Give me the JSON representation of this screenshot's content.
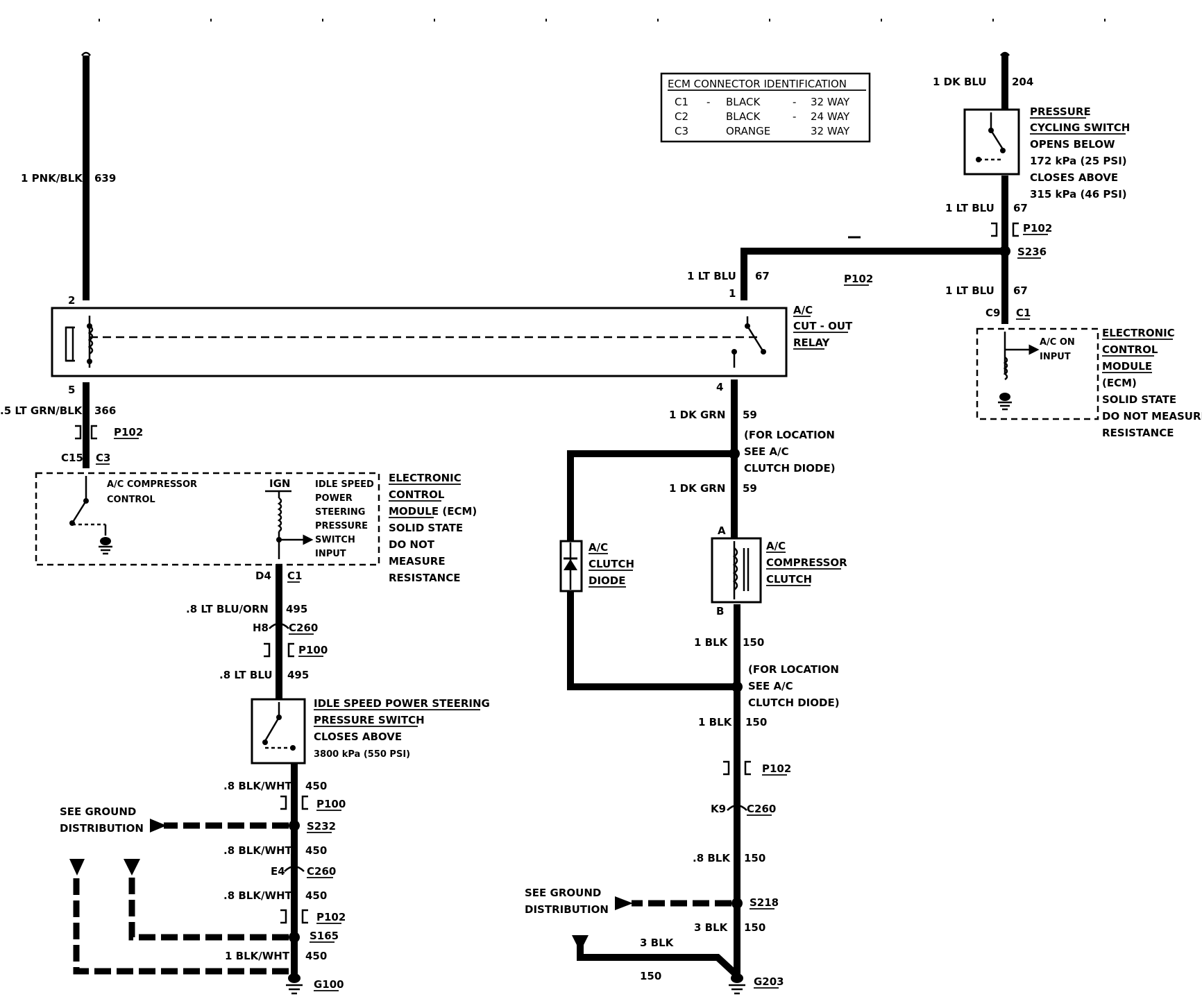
{
  "ecm_table": {
    "title": "ECM CONNECTOR IDENTIFICATION",
    "rows": [
      [
        "C1",
        "-",
        "BLACK",
        "-",
        "32 WAY"
      ],
      [
        "C2",
        "",
        "BLACK",
        "-",
        "24 WAY"
      ],
      [
        "C3",
        "",
        "ORANGE",
        "",
        "32 WAY"
      ]
    ]
  },
  "wires": {
    "pnk_blk": "1 PNK/BLK",
    "n639": "639",
    "dk_blu_top": "1 DK BLU",
    "n204": "204",
    "lt_blu_a": "1 LT BLU",
    "n67_a": "67",
    "lt_blu_b": "1 LT BLU",
    "n67_b": "67",
    "lt_blu_c": "1 LT BLU",
    "n67_c": "67",
    "lt_grn_blk": ".5 LT GRN/BLK",
    "n366": "366",
    "dk_grn_a": "1 DK GRN",
    "n59_a": "59",
    "dk_grn_b": "1 DK GRN",
    "n59_b": "59",
    "lt_blu_orn": ".8 LT BLU/ORN",
    "n495_a": "495",
    "lt_blu_8": ".8 LT BLU",
    "n495_b": "495",
    "blk_wht_a": ".8 BLK/WHT",
    "n450_a": "450",
    "blk_wht_b": ".8 BLK/WHT",
    "n450_b": "450",
    "blk_wht_c": ".8 BLK/WHT",
    "n450_c": "450",
    "blk_wht_d": "1 BLK/WHT",
    "n450_d": "450",
    "blk_a": "1 BLK",
    "n150_a": "150",
    "blk_b": "1 BLK",
    "n150_b": "150",
    "blk_8": ".8 BLK",
    "n150_c": "150",
    "blk_3a": "3 BLK",
    "n150_d": "150",
    "blk_3b": "3 BLK",
    "n150_e": "150"
  },
  "connectors": {
    "p102_1": "P102",
    "p102_2": "P102",
    "p102_3": "P102",
    "p102_4": "P102",
    "p102_5": "P102",
    "s236": "S236",
    "c9": "C9",
    "c1_a": "C1",
    "c15": "C15",
    "c3": "C3",
    "d4": "D4",
    "c1_b": "C1",
    "h8": "H8",
    "c260_a": "C260",
    "p100_a": "P100",
    "p100_b": "P100",
    "s232": "S232",
    "e4": "E4",
    "c260_b": "C260",
    "s165": "S165",
    "g100": "G100",
    "k9": "K9",
    "c260_c": "C260",
    "s218": "S218",
    "g203": "G203",
    "a": "A",
    "b": "B",
    "pin1": "1",
    "pin2": "2",
    "pin4": "4",
    "pin5": "5"
  },
  "components": {
    "pressure_cycling_switch": [
      "PRESSURE",
      "CYCLING SWITCH",
      "OPENS BELOW",
      "172 kPa (25 PSI)",
      "CLOSES ABOVE",
      "315 kPa (46 PSI)"
    ],
    "ac_cutout_relay": [
      "A/C",
      "CUT - OUT",
      "RELAY"
    ],
    "ecm_right": [
      "ELECTRONIC",
      "CONTROL",
      "MODULE",
      "(ECM)",
      "SOLID STATE",
      "DO NOT MEASURE",
      "RESISTANCE"
    ],
    "ac_on_input": [
      "A/C ON",
      "INPUT"
    ],
    "ecm_left": [
      "ELECTRONIC",
      "CONTROL",
      "MODULE (ECM)",
      "SOLID STATE",
      "DO NOT",
      "MEASURE",
      "RESISTANCE"
    ],
    "ac_compressor_control": [
      "A/C COMPRESSOR",
      "CONTROL"
    ],
    "ign": "IGN",
    "idle_input": [
      "IDLE SPEED",
      "POWER",
      "STEERING",
      "PRESSURE",
      "SWITCH",
      "INPUT"
    ],
    "idle_switch": [
      "IDLE SPEED POWER STEERING",
      "PRESSURE SWITCH",
      "CLOSES ABOVE",
      "3800 kPa (550 PSI)"
    ],
    "location_a": [
      "(FOR LOCATION",
      "SEE A/C",
      "CLUTCH DIODE)"
    ],
    "location_b": [
      "(FOR LOCATION",
      "SEE A/C",
      "CLUTCH DIODE)"
    ],
    "clutch_diode": [
      "A/C",
      "CLUTCH",
      "DIODE"
    ],
    "compressor_clutch": [
      "A/C",
      "COMPRESSOR",
      "CLUTCH"
    ],
    "ground_left": [
      "SEE GROUND",
      "DISTRIBUTION"
    ],
    "ground_right": [
      "SEE GROUND",
      "DISTRIBUTION"
    ]
  }
}
